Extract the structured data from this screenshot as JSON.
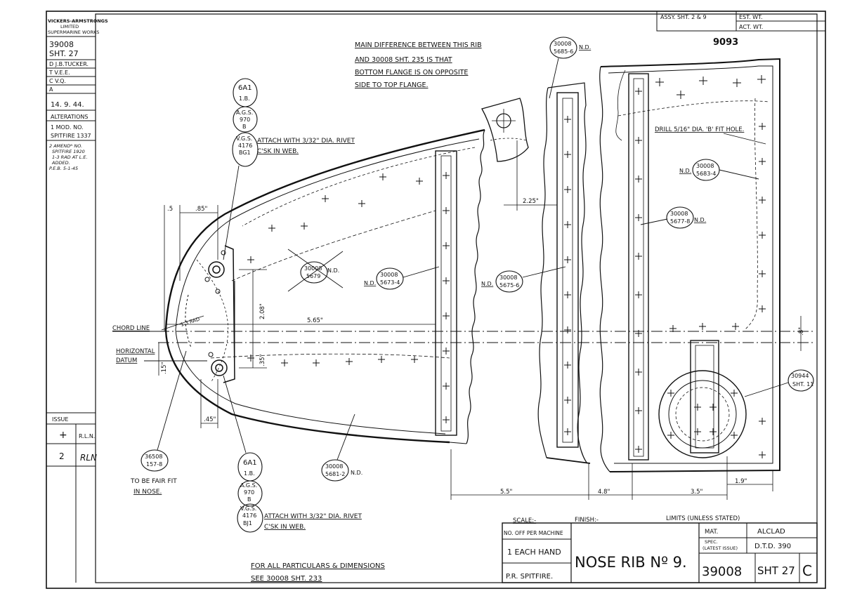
{
  "title_block_left": {
    "firm": [
      "VICKERS-ARMSTRONGS",
      "LIMITED",
      "SUPERMARINE WORKS"
    ],
    "drawing_no": "39008",
    "sheet": "SHT. 27",
    "drawn": "D  J.B.TUCKER.",
    "traced": "T  V.E.E.",
    "checked": "C  V.Q.",
    "approved": "A",
    "date": "14. 9. 44.",
    "alterations_header": "ALTERATIONS",
    "alteration_1": [
      "1 MOD. NO.",
      "SPITFIRE 1337"
    ],
    "alteration_2": [
      "2  AMENDᴺ NO.",
      "SPITFIRE 1920",
      "1-3 RAD AT L.E.",
      "ADDED.",
      "P.E.B.   5-1-45"
    ],
    "issue_header": "ISSUE",
    "issue_rows": [
      {
        "issue": "+",
        "initials": "R.L.N."
      },
      {
        "issue": "2",
        "initials": "RLN"
      }
    ]
  },
  "header_right": {
    "assy": "ASSY. SHT. 2 & 9",
    "est_wt": "EST. WT.",
    "act_wt": "ACT. WT.",
    "number": "9093"
  },
  "notes": {
    "main_difference": [
      "MAIN DIFFERENCE BETWEEN THIS RIB",
      "AND 30008 SHT. 235 IS THAT",
      "BOTTOM FLANGE IS ON OPPOSITE",
      "SIDE TO TOP FLANGE."
    ],
    "attach_top": [
      "ATTACH WITH 3/32\" DIA. RIVET",
      "C'SK IN WEB."
    ],
    "attach_bottom": [
      "ATTACH WITH 3/32\" DIA. RIVET",
      "C'SK IN WEB."
    ],
    "particulars": [
      "FOR ALL PARTICULARS & DIMENSIONS",
      "SEE 30008 SHT. 233"
    ],
    "fair_fit": [
      "TO BE FAIR FIT",
      "IN NOSE."
    ],
    "drill": "DRILL 5/16\" DIA. 'B' FIT HOLE.",
    "chord_line": "CHORD LINE",
    "horizontal_datum": [
      "HORIZONTAL",
      "DATUM"
    ]
  },
  "rivet_specs": {
    "top": [
      "6A1",
      "1.B.",
      "A.G.S.",
      "970",
      "B",
      "V.G.S.",
      "4176",
      "BG1"
    ],
    "bottom": [
      "6A1",
      "1.B.",
      "A.G.S.",
      "970",
      "B",
      "V.G.S.",
      "4176",
      "BJ1"
    ]
  },
  "part_refs": [
    {
      "top": "30008",
      "bottom": "5685-6",
      "nd": "N.D."
    },
    {
      "top": "30008",
      "bottom": "5683-4",
      "nd": "N.D."
    },
    {
      "top": "30008",
      "bottom": "5677-8",
      "nd": "N.D."
    },
    {
      "top": "30008",
      "bottom": "5679",
      "nd": "N.D."
    },
    {
      "top": "30008",
      "bottom": "5673-4",
      "nd": "N.D."
    },
    {
      "top": "30008",
      "bottom": "5675-6",
      "nd": "N.D."
    },
    {
      "top": "30008",
      "bottom": "5681-2",
      "nd": "N.D."
    },
    {
      "top": "36508",
      "bottom": "157-8",
      "nd": ""
    },
    {
      "top": "30944",
      "bottom": "SHT. 11",
      "nd": ""
    }
  ],
  "dimensions": {
    "d_5": ".5",
    "d_85": ".85\"",
    "d_208": "2.08\"",
    "d_565": "5.65\"",
    "d_13rad": "1.3 RAD",
    "d_35": ".35\"",
    "d_15": ".15\"",
    "d_45": ".45\"",
    "d_225": "2.25\"",
    "d_55": "5.5\"",
    "d_48": "4.8\"",
    "d_35b": "3.5\"",
    "d_19": "1.9\"",
    "d_8": ".8\""
  },
  "title_block_bottom": {
    "scale_label": "SCALE:-",
    "finish_label": "FINISH:-",
    "limits_label": "LIMITS (UNLESS STATED)",
    "no_off_label": "NO. OFF PER MACHINE",
    "no_off_value": "1 EACH HAND",
    "aircraft": "P.R. SPITFIRE.",
    "title": "NOSE RIB Nº 9.",
    "mat_label": "MAT.",
    "mat_value": "ALCLAD",
    "spec_label": [
      "SPEC.",
      "(LATEST ISSUE)"
    ],
    "spec_value": "D.T.D. 390",
    "drawing_no": "39008",
    "sheet": "SHT 27",
    "issue_letter": "C"
  }
}
